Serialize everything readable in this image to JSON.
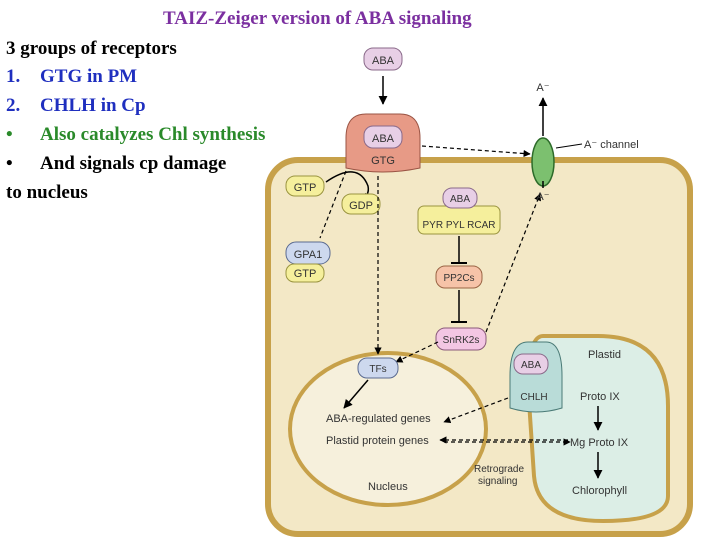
{
  "slide": {
    "title": "TAIZ-Zeiger version of ABA signaling",
    "bullets": [
      {
        "marker": "",
        "text": "3 groups of receptors"
      },
      {
        "marker": "1.",
        "text": "GTG in PM"
      },
      {
        "marker": "2.",
        "text": "CHLH in Cp"
      },
      {
        "marker": "•",
        "text": "Also catalyzes Chl synthesis"
      },
      {
        "marker": "•",
        "text": "And signals cp damage"
      },
      {
        "marker": "",
        "text": "to nucleus"
      }
    ]
  },
  "colors": {
    "title": "#7b2fa0",
    "heading": "#000000",
    "gtg_item": "#1f2fbf",
    "chlh_item": "#1f2fbf",
    "chl_synth_item": "#2a8a2a",
    "signals_item": "#000000",
    "cell_fill": "#f3e8c6",
    "cell_border": "#c7a14a",
    "nucleus_fill": "#f6f0dc",
    "plastid_fill": "#dceee6",
    "gtg_fill": "#e79a86",
    "pyr_fill": "#f5ef9c",
    "pp2c_fill": "#f6c3a8",
    "snrk_fill": "#f3c6e3",
    "aba_fill": "#e8cfe6",
    "gpa1_fill": "#cdd8ee",
    "gtp_fill": "#f5ef9c",
    "channel_fill": "#7cc06f",
    "chlh_fill": "#b9dcd8",
    "arrow": "#000000"
  },
  "diagram": {
    "aba_outside": "ABA",
    "aba_gtg": "ABA",
    "gtg": "GTG",
    "gtp": "GTP",
    "gdp": "GDP",
    "gpa1": "GPA1",
    "gpa1_gtp": "GTP",
    "aba_pyr": "ABA",
    "pyr": "PYR PYL RCAR",
    "pp2cs": "PP2Cs",
    "snrk2s": "SnRK2s",
    "anion_top": "A⁻",
    "anion_bottom": "A⁻",
    "anion_channel": "A⁻ channel",
    "tfs": "TFs",
    "aba_genes": "ABA-regulated genes",
    "plastid_genes": "Plastid protein genes",
    "nucleus": "Nucleus",
    "retrograde": "Retrograde",
    "signaling": "signaling",
    "aba_chlh": "ABA",
    "chlh": "CHLH",
    "plastid": "Plastid",
    "proto_ix": "Proto IX",
    "mg_proto_ix": "Mg Proto IX",
    "chlorophyll": "Chlorophyll"
  }
}
